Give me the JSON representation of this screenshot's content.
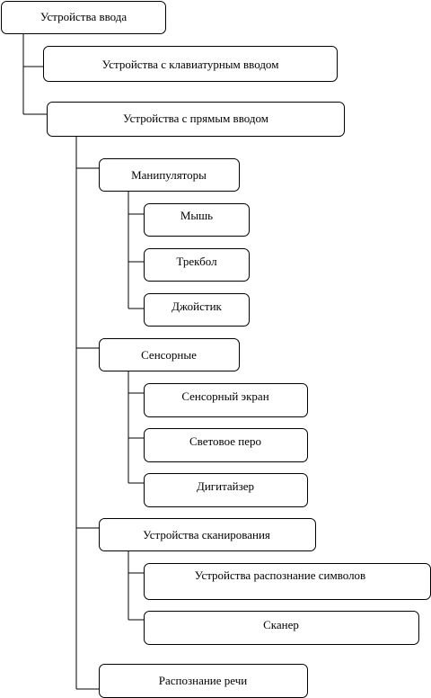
{
  "diagram": {
    "root": {
      "label": "Устройства ввода"
    },
    "keyboard_input": {
      "label": "Устройства с клавиатурным вводом"
    },
    "direct_input": {
      "label": "Устройства с прямым вводом"
    },
    "manipulators": {
      "label": "Манипуляторы",
      "children": [
        "Мышь",
        "Трекбол",
        "Джойстик"
      ]
    },
    "sensor": {
      "label": "Сенсорные",
      "children": [
        "Сенсорный экран",
        "Световое перо",
        "Дигитайзер"
      ]
    },
    "scanning": {
      "label": "Устройства сканирования",
      "children": [
        "Устройства распознание символов",
        "Сканер"
      ]
    },
    "speech": {
      "label": "Распознание речи"
    }
  }
}
